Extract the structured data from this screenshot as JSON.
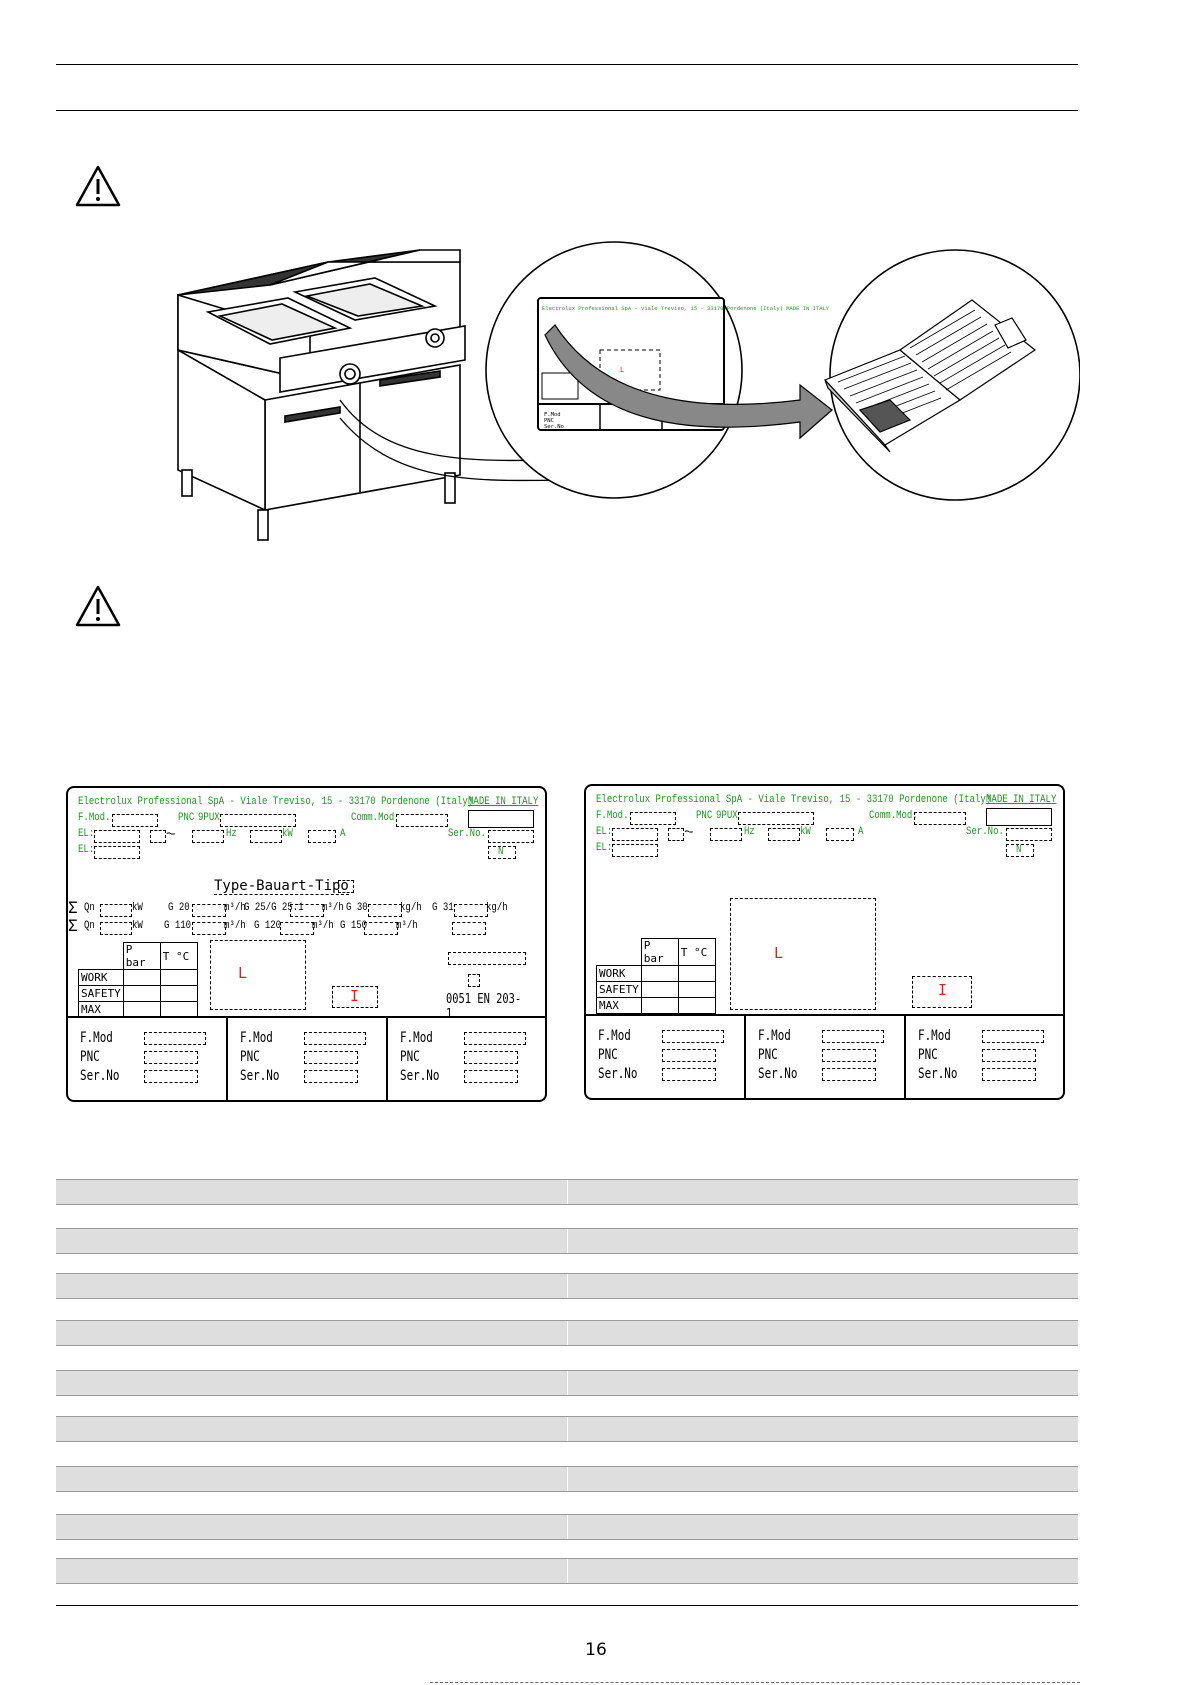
{
  "page": {
    "number": "16"
  },
  "illustration": {
    "doc_plate_mini": {
      "header_text": "Electrolux Professional SpA - Viale Treviso, 15 - 33170 Pordenone (Italy) MADE IN ITALY",
      "fmod": "F.Mod",
      "pnc": "PNC",
      "serno": "Ser.No"
    }
  },
  "plate_gas": {
    "header": "Electrolux Professional SpA - Viale Treviso, 15 - 33170 Pordenone (Italy)",
    "made_in": "MADE IN ITALY",
    "fmod": "F.Mod.",
    "pnc": "PNC",
    "pnc_prefix": "9PUX",
    "comm_mod": "Comm.Mod",
    "el1": "EL:",
    "el2": "EL:",
    "hz": "Hz",
    "kw": "kW",
    "a": "A",
    "ser_no": "Ser.No.",
    "n": "N",
    "type_label": "Type-Bauart-Tipo",
    "row1": {
      "qn": "Qn",
      "kw": "kW",
      "g20": "G 20",
      "m3h1": "m³/h",
      "g25": "G 25/G 25.1",
      "m3h2": "m³/h",
      "g30": "G 30",
      "kgh1": "kg/h",
      "g31": "G 31",
      "kgh2": "kg/h"
    },
    "row2": {
      "qn": "Qn",
      "kw": "kW",
      "g110": "G 110",
      "m3h1": "m³/h",
      "g120": "G 120",
      "m3h2": "m³/h",
      "g150": "G 150",
      "m3h3": "m³/h"
    },
    "table": {
      "col1": "P bar",
      "col2": "T °C",
      "rows": [
        "WORK",
        "SAFETY",
        "MAX"
      ]
    },
    "l_mark": "L",
    "i_mark": "I",
    "standard": "0051 EN 203-1",
    "footer": [
      {
        "fmod": "F.Mod",
        "pnc": "PNC",
        "serno": "Ser.No"
      },
      {
        "fmod": "F.Mod",
        "pnc": "PNC",
        "serno": "Ser.No"
      },
      {
        "fmod": "F.Mod",
        "pnc": "PNC",
        "serno": "Ser.No"
      }
    ]
  },
  "plate_electric": {
    "header": "Electrolux Professional SpA - Viale Treviso, 15 - 33170 Pordenone (Italy)",
    "made_in": "MADE IN ITALY",
    "fmod": "F.Mod.",
    "pnc": "PNC",
    "pnc_prefix": "9PUX",
    "comm_mod": "Comm.Mod.",
    "el1": "EL:",
    "el2": "EL:",
    "hz": "Hz",
    "kw": "kW",
    "a": "A",
    "ser_no": "Ser.No.",
    "n": "N",
    "table": {
      "col1": "P bar",
      "col2": "T °C",
      "rows": [
        "WORK",
        "SAFETY",
        "MAX"
      ]
    },
    "l_mark": "L",
    "i_mark": "I",
    "footer": [
      {
        "fmod": "F.Mod",
        "pnc": "PNC",
        "serno": "Ser.No"
      },
      {
        "fmod": "F.Mod",
        "pnc": "PNC",
        "serno": "Ser.No"
      },
      {
        "fmod": "F.Mod",
        "pnc": "PNC",
        "serno": "Ser.No"
      }
    ]
  },
  "legend_table": {
    "rows": 9
  }
}
